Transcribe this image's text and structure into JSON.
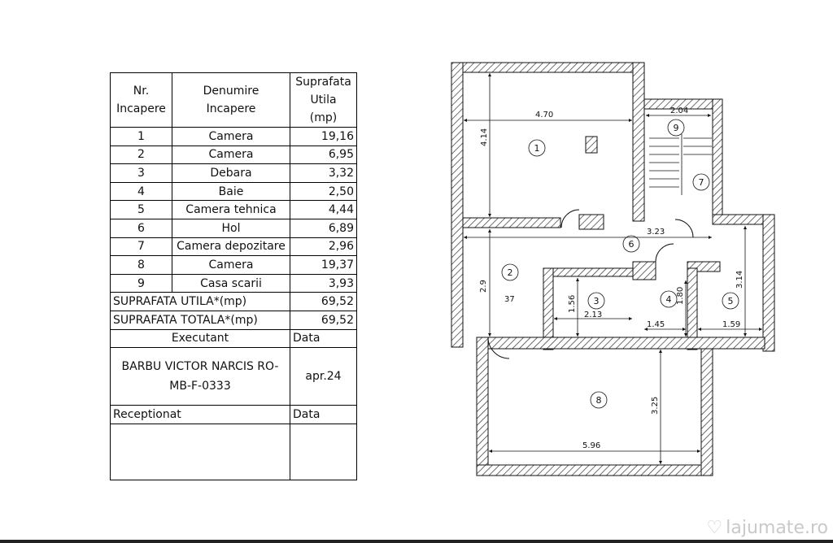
{
  "table": {
    "headers": {
      "nr": [
        "Nr.",
        "Incapere"
      ],
      "name": [
        "Denumire",
        "Incapere"
      ],
      "area": [
        "Suprafata",
        "Utila",
        "(mp)"
      ]
    },
    "rows": [
      {
        "nr": "1",
        "name": "Camera",
        "area": "19,16"
      },
      {
        "nr": "2",
        "name": "Camera",
        "area": "6,95"
      },
      {
        "nr": "3",
        "name": "Debara",
        "area": "3,32"
      },
      {
        "nr": "4",
        "name": "Baie",
        "area": "2,50"
      },
      {
        "nr": "5",
        "name": "Camera tehnica",
        "area": "4,44"
      },
      {
        "nr": "6",
        "name": "Hol",
        "area": "6,89"
      },
      {
        "nr": "7",
        "name": "Camera depozitare",
        "area": "2,96"
      },
      {
        "nr": "8",
        "name": "Camera",
        "area": "19,37"
      },
      {
        "nr": "9",
        "name": "Casa scarii",
        "area": "3,93"
      }
    ],
    "suprafata_utila_label": "SUPRAFATA UTILA*(mp)",
    "suprafata_utila_value": "69,52",
    "suprafata_totala_label": "SUPRAFATA TOTALA*(mp)",
    "suprafata_totala_value": "69,52",
    "executant_label": "Executant",
    "data_label": "Data",
    "executant_name_line1": "BARBU  VICTOR NARCIS RO-",
    "executant_name_line2": "MB-F-0333",
    "executant_date": "apr.24",
    "receptionat_label": "Receptionat",
    "receptionat_data_label": "Data"
  },
  "plan": {
    "dimensions": {
      "d470": "4.70",
      "d414": "4.14",
      "d204": "2.04",
      "d323": "3.23",
      "d29": "2.9",
      "d37": "37",
      "d156": "1.56",
      "d213": "2.13",
      "d180": "1.80",
      "d145": "1.45",
      "d314": "3.14",
      "d159": "1.59",
      "d325": "3.25",
      "d596": "5.96"
    },
    "room_numbers": [
      "1",
      "2",
      "3",
      "4",
      "5",
      "6",
      "7",
      "8",
      "9"
    ]
  },
  "watermark": {
    "text": "lajumate.ro"
  }
}
